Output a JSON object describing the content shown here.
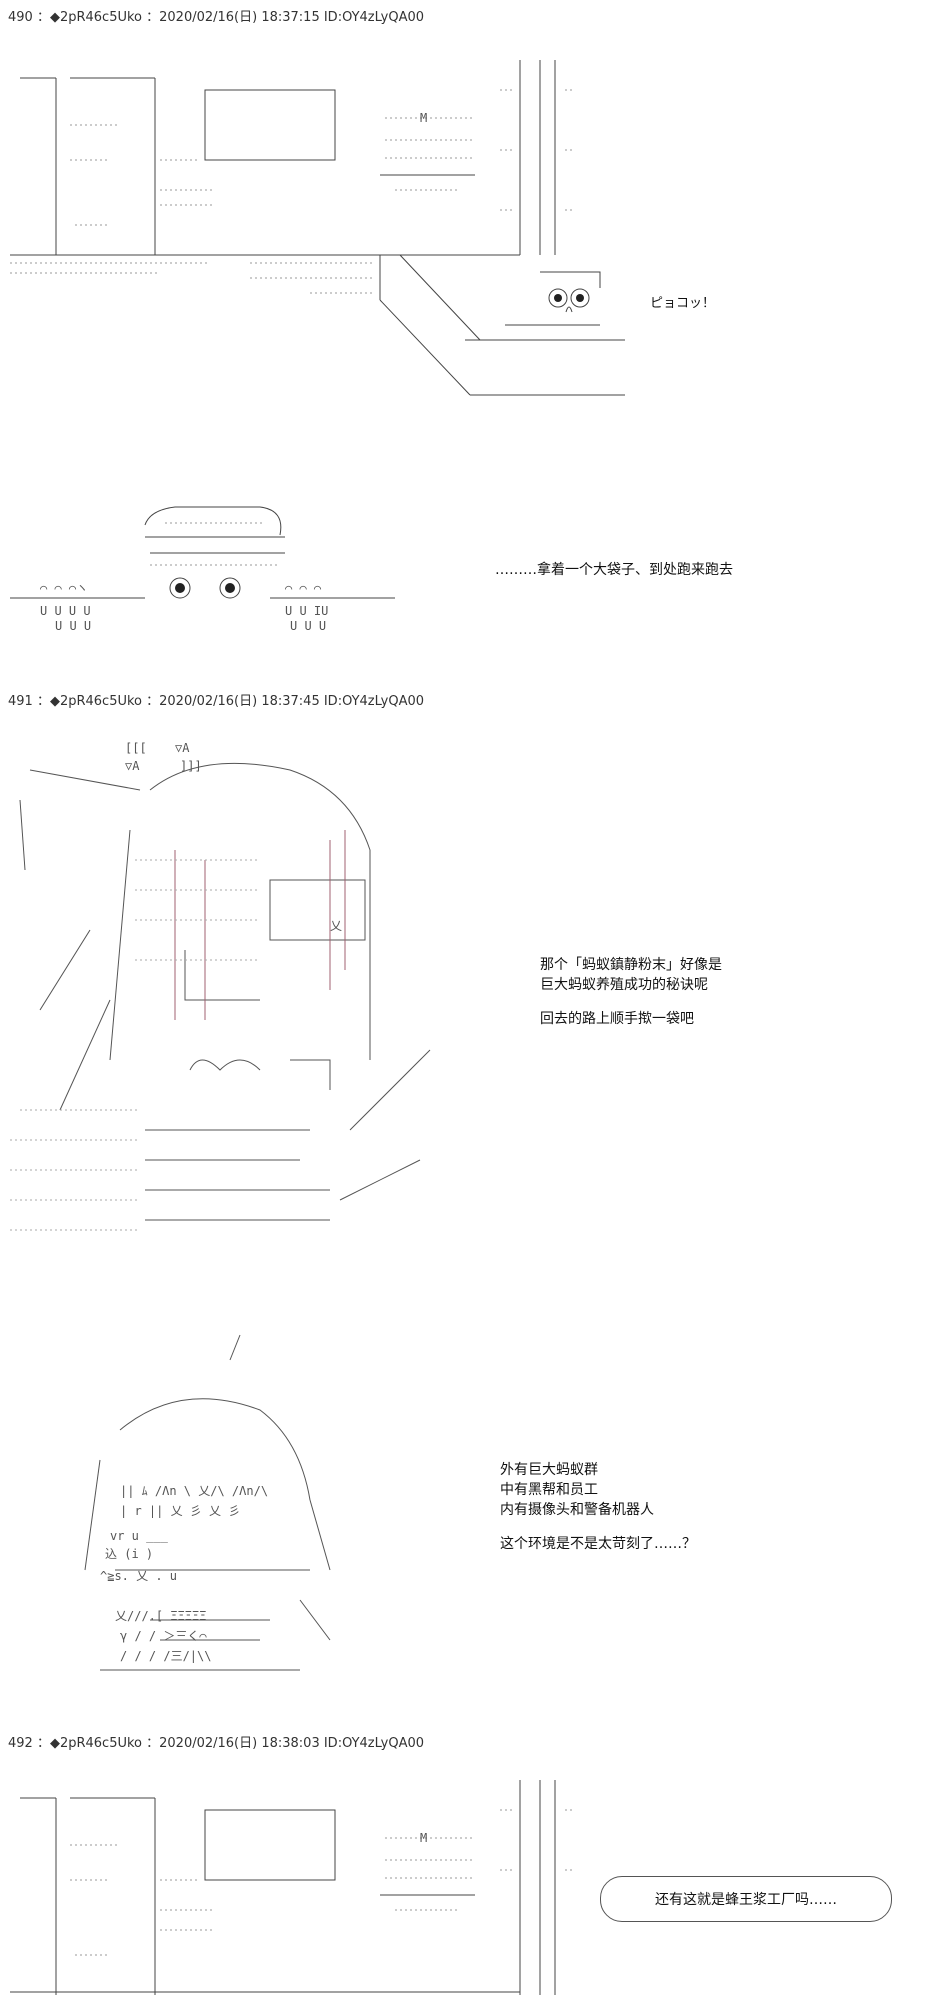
{
  "posts": [
    {
      "number": "490",
      "header": "490 ：◆2pR46c5Uko ：2020/02/16(日) 18:37:15 ID:OY4zLyQA00",
      "sfx": "ピョコッ！",
      "caption": "………拿着一个大袋子、到处跑来跑去"
    },
    {
      "number": "491",
      "header": "491 ：◆2pR46c5Uko ：2020/02/16(日) 18:37:45 ID:OY4zLyQA00",
      "caption_lines": [
        "那个「蚂蚁鎮静粉末」好像是",
        "巨大蚂蚁养殖成功的秘诀呢",
        "",
        "回去的路上顺手揿一袋吧"
      ],
      "caption2_lines": [
        "外有巨大蚂蚁群",
        "中有黑帮和员工",
        "内有摄像头和警备机器人",
        "",
        "这个环境是不是太苛刻了……？"
      ]
    },
    {
      "number": "492",
      "header": "492 ：◆2pR46c5Uko ：2020/02/16(日) 18:38:03 ID:OY4zLyQA00",
      "bubble_text": "还有这就是蜂王浆工厂吗……"
    }
  ],
  "art_letter": "M"
}
